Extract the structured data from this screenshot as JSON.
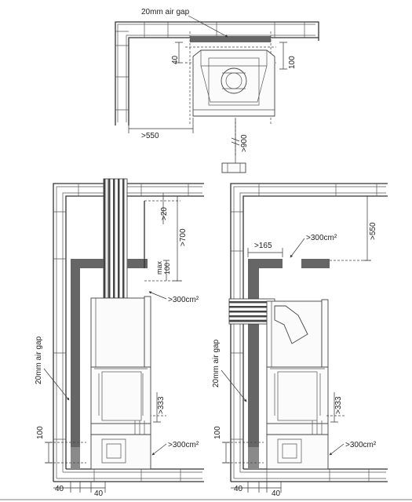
{
  "top_view": {
    "air_gap_label": "20mm air gap",
    "dim_40": "40",
    "dim_100": "100",
    "dim_550": ">550",
    "dim_900": ">900"
  },
  "left_view": {
    "dim_20": ">20",
    "dim_700": ">700",
    "dim_max100": "max\n100",
    "vent_top": ">300cm²",
    "air_gap_label": "20mm air gap",
    "dim_333": ">333",
    "vent_bottom": ">300cm²",
    "dim_100": "100",
    "dim_40a": "40",
    "dim_40b": "40"
  },
  "right_view": {
    "dim_165": ">165",
    "vent_top": ">300cm²",
    "dim_550": ">550",
    "air_gap_label": "20mm air gap",
    "dim_333": ">333",
    "vent_bottom": ">300cm²",
    "dim_100": "100",
    "dim_40a": "40",
    "dim_40b": "40"
  }
}
